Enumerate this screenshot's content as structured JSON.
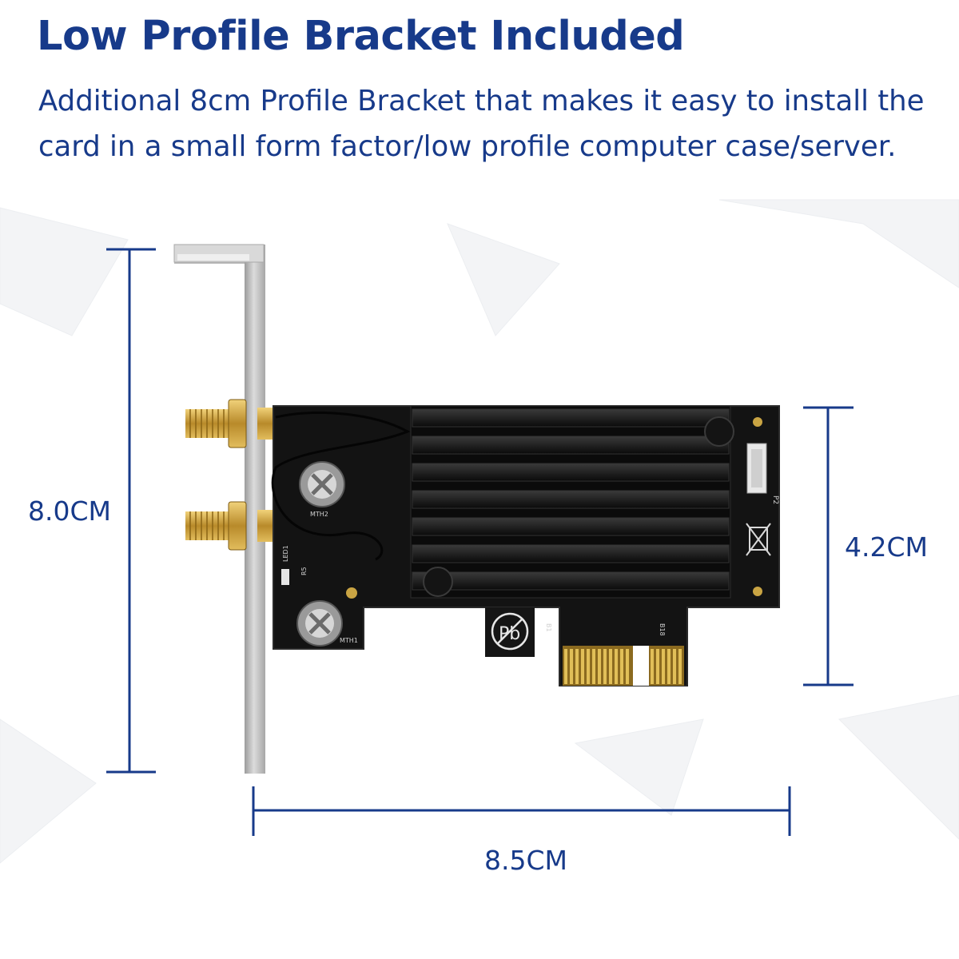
{
  "heading": {
    "title": "Low Profile Bracket Included",
    "description": "Additional 8cm Profile Bracket that makes it easy to install the card in a small form factor/low profile computer case/server."
  },
  "dimensions": {
    "bracket_height": "8.0CM",
    "card_height": "4.2CM",
    "card_length": "8.5CM"
  },
  "board_markings": {
    "mount_hole_top": "MTH2",
    "mount_hole_bottom": "MTH1",
    "led": "LED1",
    "resistor": "R5",
    "connector": "P2",
    "pin_start": "B1",
    "pin_end": "B18",
    "lead_free_mark": "Pb"
  },
  "colors": {
    "accent": "#173a8a",
    "pcb": "#121212",
    "heatsink": "#0c0c0c",
    "gold": "#c9a443",
    "bracket": "#c8c8c8"
  }
}
